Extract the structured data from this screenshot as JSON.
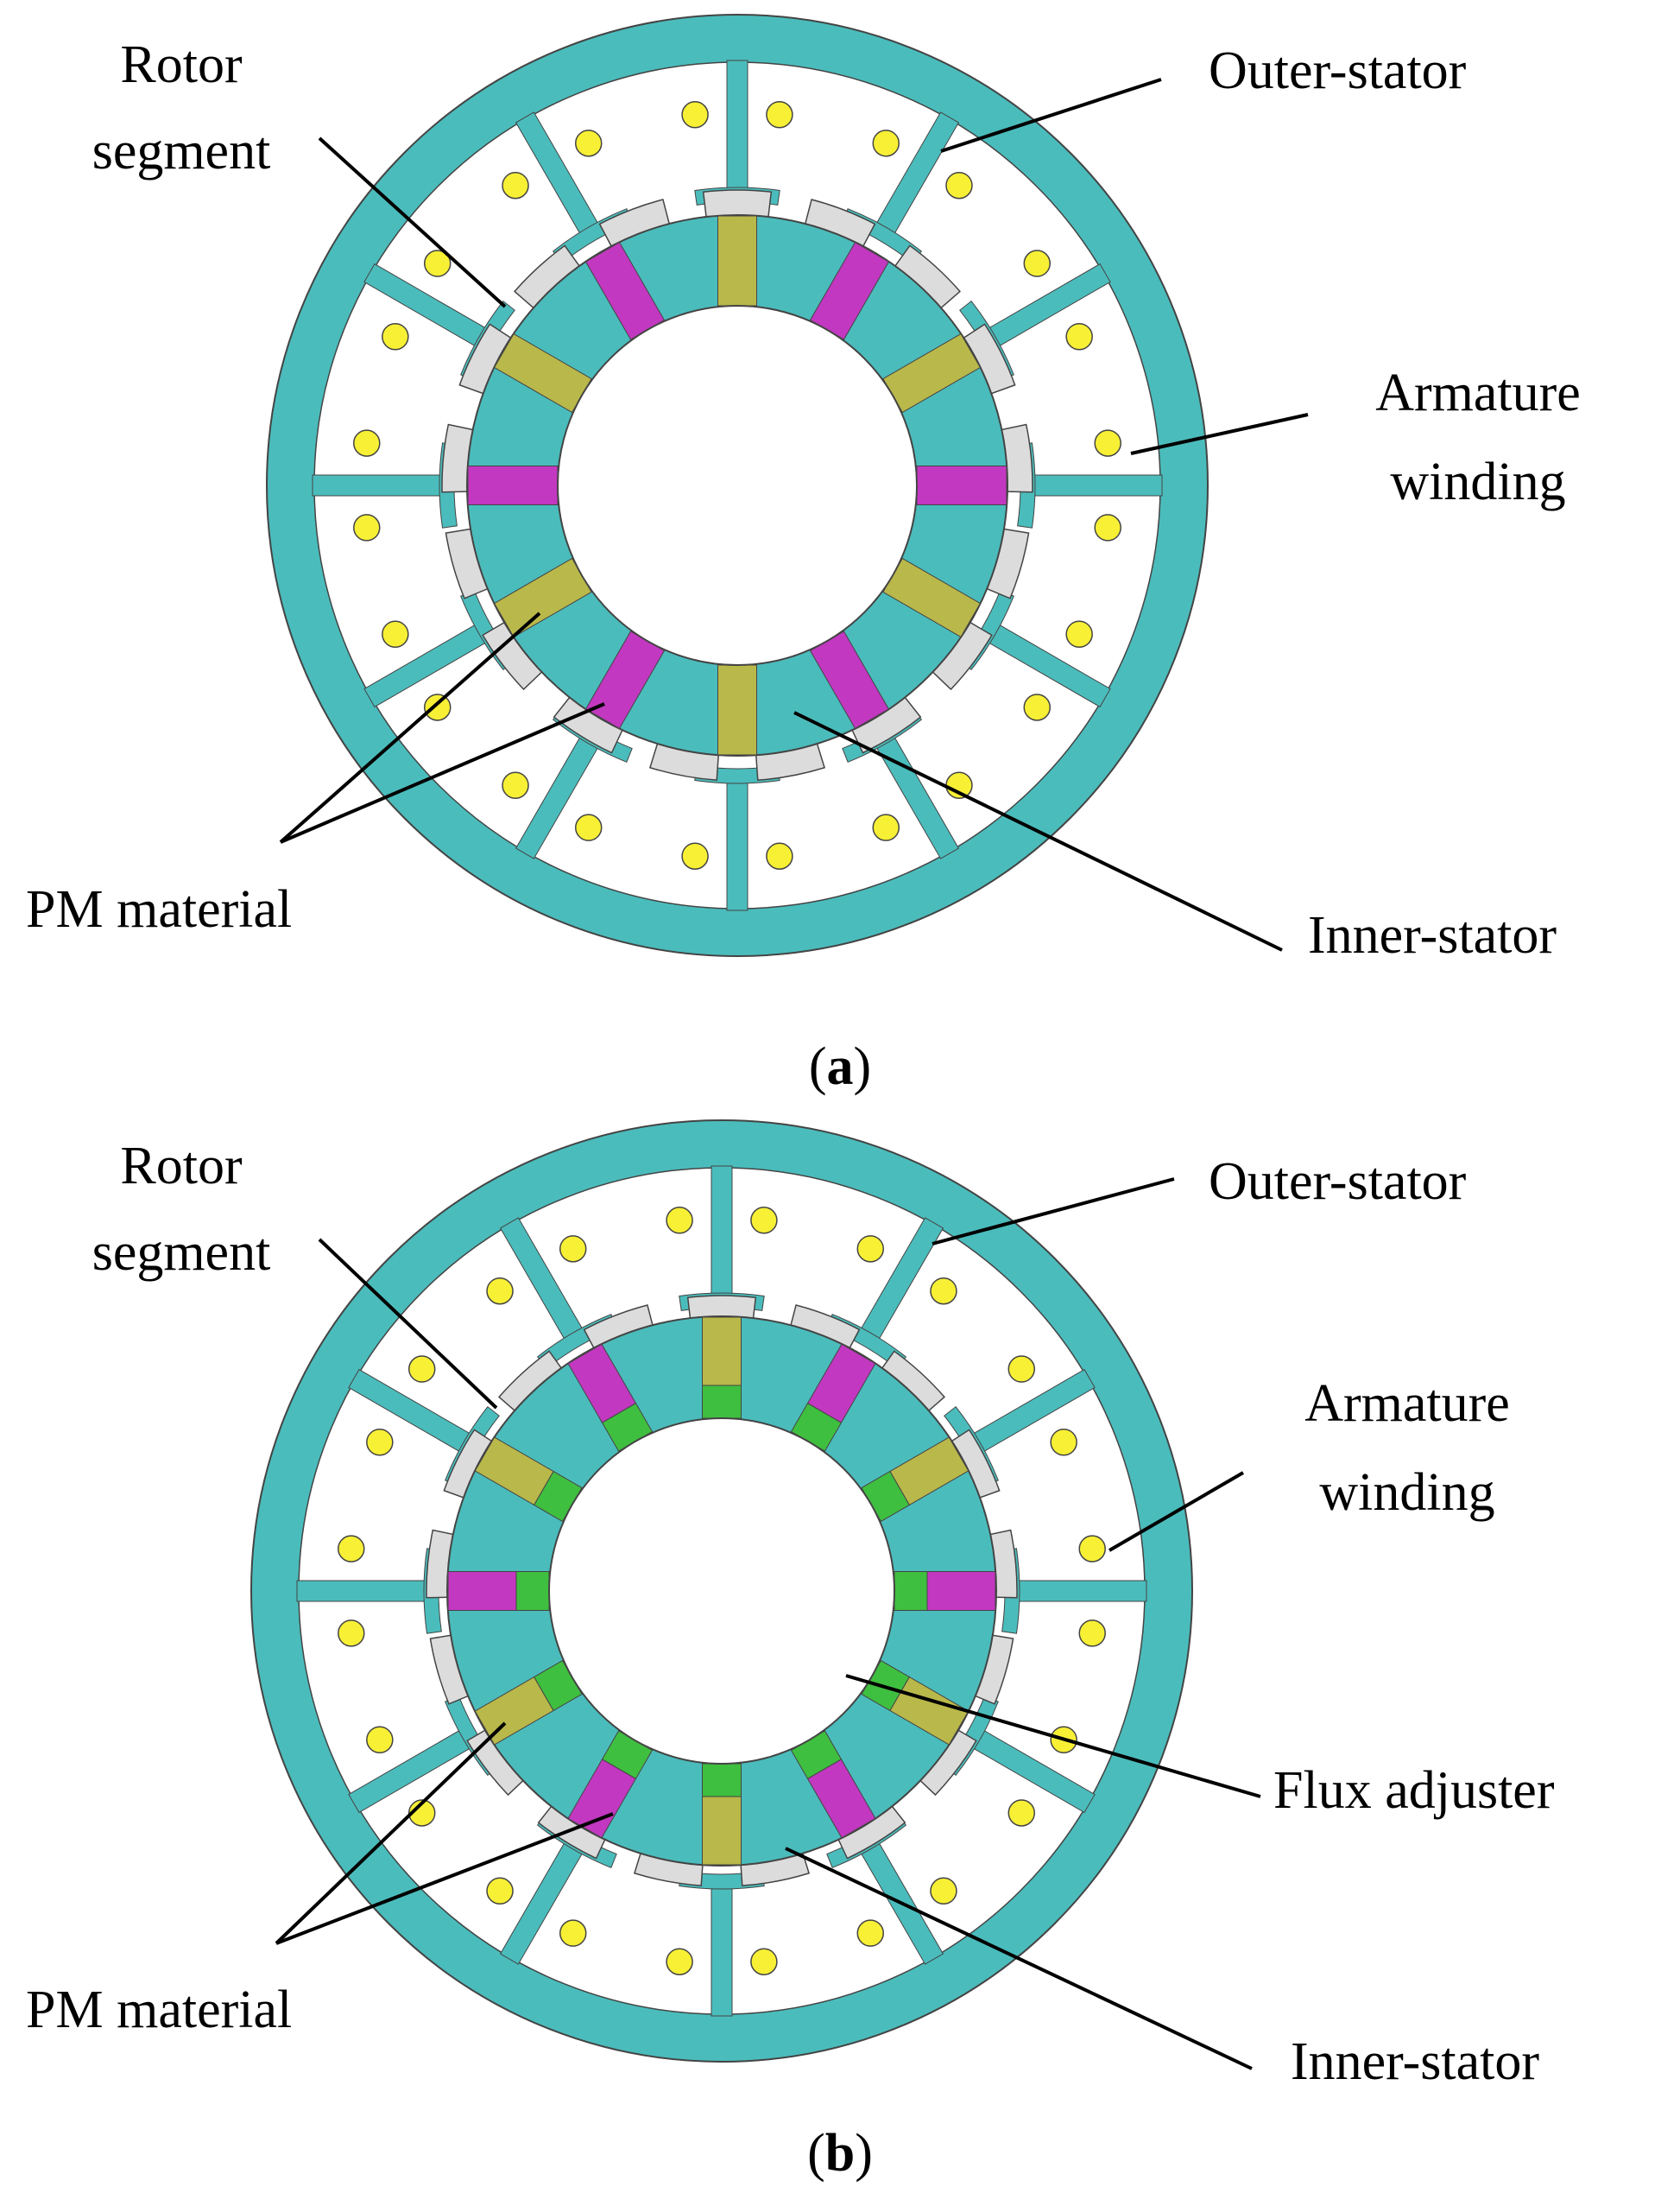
{
  "colors": {
    "stator": "#4bbcbc",
    "rotor": "#dcdcdc",
    "winding": "#f7f035",
    "pm_olive": "#b9b84a",
    "pm_magenta": "#c238c0",
    "flux_adjuster": "#3fbf3f",
    "outline": "#444444"
  },
  "panels": [
    {
      "id": "a",
      "caption_open": "(",
      "caption_letter": "a",
      "caption_close": ")",
      "labels": {
        "rotor_line1": "Rotor",
        "rotor_line2": "segment",
        "outer_stator": "Outer-stator",
        "armature_line1": "Armature",
        "armature_line2": "winding",
        "pm_material": "PM material",
        "inner_stator": "Inner-stator"
      }
    },
    {
      "id": "b",
      "caption_open": "(",
      "caption_letter": "b",
      "caption_close": ")",
      "labels": {
        "rotor_line1": "Rotor",
        "rotor_line2": "segment",
        "outer_stator": "Outer-stator",
        "armature_line1": "Armature",
        "armature_line2": "winding",
        "flux_adjuster": "Flux adjuster",
        "pm_material": "PM material",
        "inner_stator": "Inner-stator"
      }
    }
  ]
}
